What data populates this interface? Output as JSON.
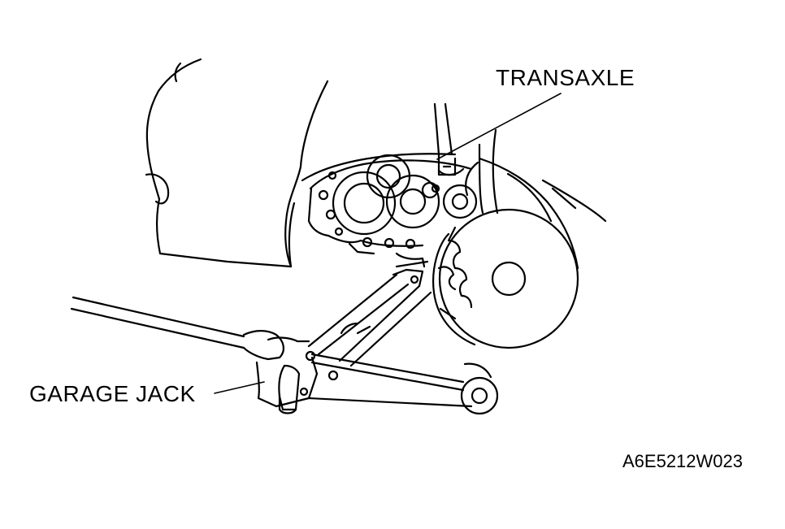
{
  "labels": {
    "transaxle": "TRANSAXLE",
    "garage_jack": "GARAGE JACK",
    "figure_code": "A6E5212W023"
  },
  "colors": {
    "line": "#000000",
    "background": "#ffffff"
  }
}
